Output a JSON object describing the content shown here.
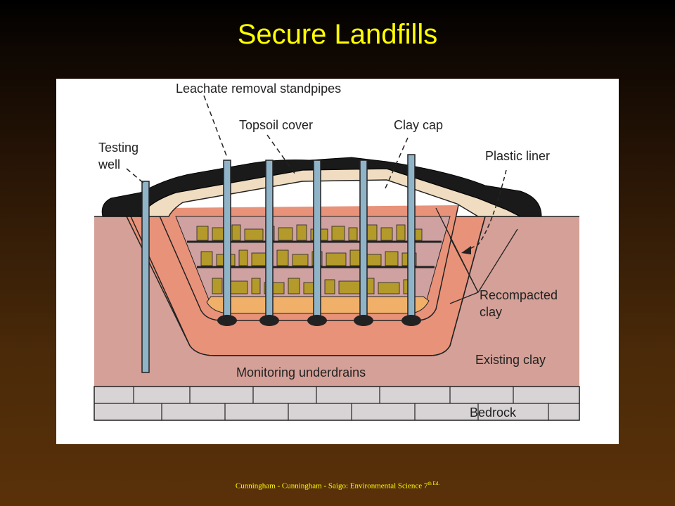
{
  "slide": {
    "title": "Secure Landfills",
    "footer_text": "Cunningham - Cunningham - Saigo: Environmental Science 7",
    "footer_superscript": "th Ed."
  },
  "diagram": {
    "labels": {
      "leachate_standpipes": "Leachate removal standpipes",
      "topsoil_cover": "Topsoil cover",
      "clay_cap": "Clay cap",
      "testing_well_line1": "Testing",
      "testing_well_line2": "well",
      "plastic_liner": "Plastic liner",
      "recompacted_clay_line1": "Recompacted",
      "recompacted_clay_line2": "clay",
      "existing_clay": "Existing clay",
      "monitoring_underdrains": "Monitoring underdrains",
      "bedrock": "Bedrock"
    },
    "colors": {
      "existing_clay": "#d4a097",
      "recompacted_clay": "#e8927a",
      "topsoil": "#1a1a1a",
      "clay_cap": "#f0dcc0",
      "waste": "#b39a2a",
      "gravel": "#f0b06a",
      "bedrock": "#d8d4d6",
      "standpipe": "#8fb4c8"
    }
  }
}
